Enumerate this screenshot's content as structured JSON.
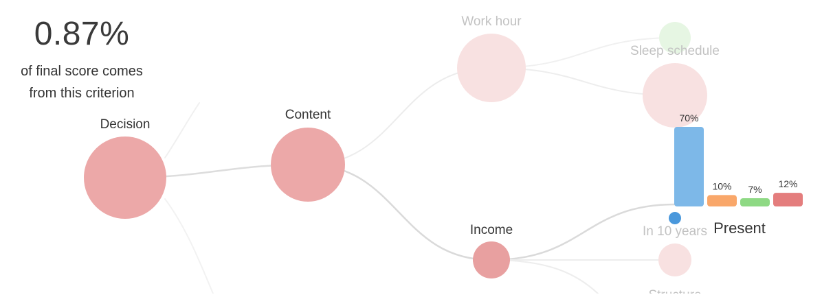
{
  "summary": {
    "percentage": "0.87%",
    "description_line1": "of final score comes",
    "description_line2": "from this criterion"
  },
  "nodes": {
    "decision": {
      "label": "Decision"
    },
    "content": {
      "label": "Content"
    },
    "work_hour": {
      "label": "Work hour"
    },
    "sleep_schedule": {
      "label": "Sleep schedule"
    },
    "income": {
      "label": "Income"
    },
    "in_10_years": {
      "label": "In 10 years"
    },
    "structure": {
      "label": "Structure"
    },
    "present": {
      "label": "Present"
    }
  },
  "chart_data": {
    "type": "bar",
    "categories": [
      "",
      "",
      "",
      ""
    ],
    "values": [
      70,
      10,
      7,
      12
    ],
    "value_labels": [
      "70%",
      "10%",
      "7%",
      "12%"
    ],
    "colors": [
      "#7db8e8",
      "#f9a76a",
      "#8ed984",
      "#e47d7d"
    ],
    "ylim": [
      0,
      100
    ]
  },
  "colors": {
    "node_strong": "#eca8a8",
    "node_faded": "#f8e1e1",
    "node_green_faded": "#e6f6e3",
    "marker": "#4a98dc",
    "link": "#dedede"
  }
}
